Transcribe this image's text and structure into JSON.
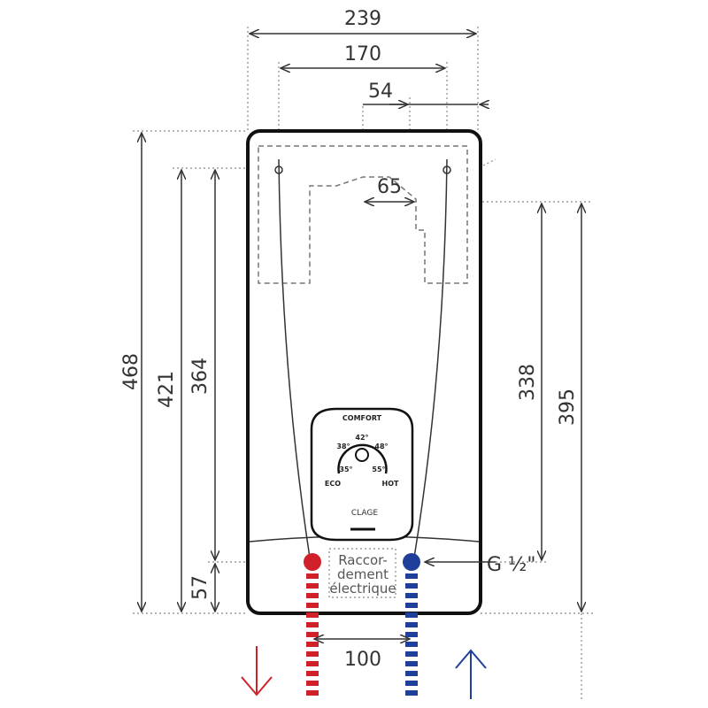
{
  "dimensions": {
    "width_total": "239",
    "width_mount": "170",
    "offset_top": "54",
    "offset_inner": "65",
    "height_total": "468",
    "height_421": "421",
    "height_364": "364",
    "height_bottom": "57",
    "height_338": "338",
    "height_395": "395",
    "pipe_spacing": "100"
  },
  "connection_label": "G ½\"",
  "electrical": [
    "Raccor-",
    "dement",
    "électrique"
  ],
  "control_panel": {
    "mode": "COMFORT",
    "temps": [
      "42°",
      "38°",
      "48°",
      "35°",
      "55°"
    ],
    "eco": "ECO",
    "hot": "HOT",
    "brand": "CLAGE"
  },
  "colors": {
    "hot": "#d0202a",
    "cold": "#1f3f9a"
  }
}
